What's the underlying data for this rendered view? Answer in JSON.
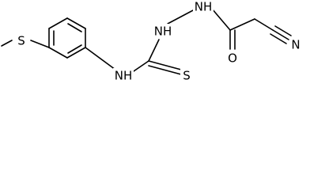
{
  "atoms": {
    "sulfur_thioether": "S",
    "nitrogen_amide": "NH",
    "sulfur_thione": "S",
    "nitrogen_hydrazine_1": "NH",
    "nitrogen_hydrazine_2": "NH",
    "oxygen_carbonyl": "O",
    "nitrogen_nitrile": "N"
  },
  "colors": {
    "bond": "#000000",
    "label": "#000000",
    "background": "#ffffff"
  }
}
